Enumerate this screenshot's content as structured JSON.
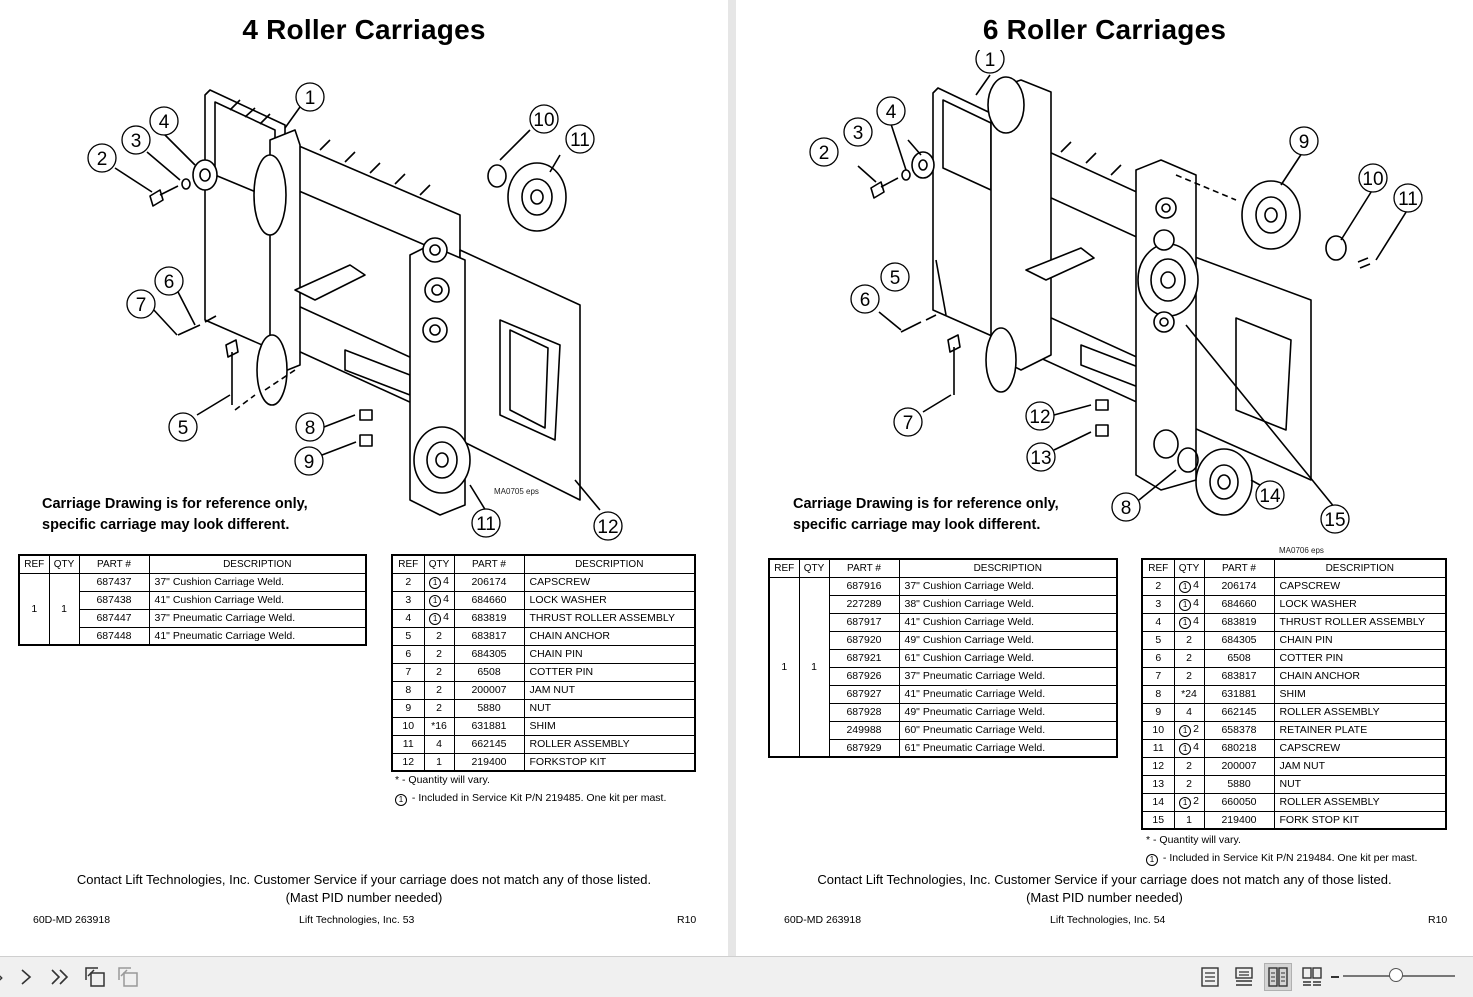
{
  "pages": [
    {
      "title": "4 Roller Carriages",
      "note_line1": "Carriage Drawing is for reference only,",
      "note_line2": "specific carriage may look different.",
      "eps": "MA0705 eps",
      "callouts": [
        "1",
        "2",
        "3",
        "4",
        "5",
        "6",
        "7",
        "8",
        "9",
        "10",
        "11",
        "11",
        "12"
      ],
      "weld_table": {
        "headers": [
          "REF",
          "QTY",
          "PART #",
          "DESCRIPTION"
        ],
        "ref": "1",
        "qty": "1",
        "rows": [
          {
            "part": "687437",
            "desc": "37\" Cushion Carriage Weld."
          },
          {
            "part": "687438",
            "desc": "41\" Cushion Carriage Weld."
          },
          {
            "part": "687447",
            "desc": "37\" Pneumatic Carriage Weld."
          },
          {
            "part": "687448",
            "desc": "41\" Pneumatic Carriage Weld."
          }
        ]
      },
      "parts_table": {
        "headers": [
          "REF",
          "QTY",
          "PART #",
          "DESCRIPTION"
        ],
        "rows": [
          {
            "ref": "2",
            "kit": "1",
            "qty": "4",
            "part": "206174",
            "desc": "CAPSCREW"
          },
          {
            "ref": "3",
            "kit": "1",
            "qty": "4",
            "part": "684660",
            "desc": "LOCK WASHER"
          },
          {
            "ref": "4",
            "kit": "1",
            "qty": "4",
            "part": "683819",
            "desc": "THRUST ROLLER ASSEMBLY"
          },
          {
            "ref": "5",
            "kit": "",
            "qty": "2",
            "part": "683817",
            "desc": "CHAIN ANCHOR"
          },
          {
            "ref": "6",
            "kit": "",
            "qty": "2",
            "part": "684305",
            "desc": "CHAIN PIN"
          },
          {
            "ref": "7",
            "kit": "",
            "qty": "2",
            "part": "6508",
            "desc": "COTTER PIN"
          },
          {
            "ref": "8",
            "kit": "",
            "qty": "2",
            "part": "200007",
            "desc": "JAM NUT"
          },
          {
            "ref": "9",
            "kit": "",
            "qty": "2",
            "part": "5880",
            "desc": "NUT"
          },
          {
            "ref": "10",
            "kit": "",
            "qty": "*16",
            "part": "631881",
            "desc": "SHIM"
          },
          {
            "ref": "11",
            "kit": "",
            "qty": "4",
            "part": "662145",
            "desc": "ROLLER ASSEMBLY"
          },
          {
            "ref": "12",
            "kit": "",
            "qty": "1",
            "part": "219400",
            "desc": "FORKSTOP KIT"
          }
        ]
      },
      "footnote_qty": "* - Quantity will vary.",
      "footnote_kit_mark": "1",
      "footnote_kit": " - Included in Service Kit P/N 219485. One kit per mast.",
      "contact_line1": "Contact Lift Technologies, Inc. Customer Service if your carriage does not match any of those listed.",
      "contact_line2": "(Mast PID number needed)",
      "footer_left": "60D-MD 263918",
      "footer_center": "Lift Technologies, Inc. 53",
      "footer_right": "R10"
    },
    {
      "title": "6 Roller Carriages",
      "note_line1": "Carriage Drawing is for reference only,",
      "note_line2": "specific carriage may look different.",
      "eps": "MA0706 eps",
      "callouts": [
        "1",
        "2",
        "3",
        "4",
        "5",
        "6",
        "7",
        "8",
        "9",
        "10",
        "11",
        "12",
        "13",
        "14",
        "15"
      ],
      "weld_table": {
        "headers": [
          "REF",
          "QTY",
          "PART #",
          "DESCRIPTION"
        ],
        "ref": "1",
        "qty": "1",
        "rows": [
          {
            "part": "687916",
            "desc": "37\" Cushion Carriage Weld."
          },
          {
            "part": "227289",
            "desc": "38\" Cushion Carriage Weld."
          },
          {
            "part": "687917",
            "desc": "41\" Cushion Carriage Weld."
          },
          {
            "part": "687920",
            "desc": "49\" Cushion Carriage Weld."
          },
          {
            "part": "687921",
            "desc": "61\" Cushion Carriage Weld."
          },
          {
            "part": "687926",
            "desc": "37\" Pneumatic Carriage Weld."
          },
          {
            "part": "687927",
            "desc": "41\" Pneumatic Carriage Weld."
          },
          {
            "part": "687928",
            "desc": "49\" Pneumatic Carriage Weld."
          },
          {
            "part": "249988",
            "desc": "60\" Pneumatic Carriage Weld."
          },
          {
            "part": "687929",
            "desc": "61\" Pneumatic Carriage Weld."
          }
        ]
      },
      "parts_table": {
        "headers": [
          "REF",
          "QTY",
          "PART #",
          "DESCRIPTION"
        ],
        "rows": [
          {
            "ref": "2",
            "kit": "1",
            "qty": "4",
            "part": "206174",
            "desc": "CAPSCREW"
          },
          {
            "ref": "3",
            "kit": "1",
            "qty": "4",
            "part": "684660",
            "desc": "LOCK WASHER"
          },
          {
            "ref": "4",
            "kit": "1",
            "qty": "4",
            "part": "683819",
            "desc": "THRUST ROLLER ASSEMBLY"
          },
          {
            "ref": "5",
            "kit": "",
            "qty": "2",
            "part": "684305",
            "desc": "CHAIN PIN"
          },
          {
            "ref": "6",
            "kit": "",
            "qty": "2",
            "part": "6508",
            "desc": "COTTER PIN"
          },
          {
            "ref": "7",
            "kit": "",
            "qty": "2",
            "part": "683817",
            "desc": "CHAIN ANCHOR"
          },
          {
            "ref": "8",
            "kit": "",
            "qty": "*24",
            "part": "631881",
            "desc": "SHIM"
          },
          {
            "ref": "9",
            "kit": "",
            "qty": "4",
            "part": "662145",
            "desc": "ROLLER ASSEMBLY"
          },
          {
            "ref": "10",
            "kit": "1",
            "qty": "2",
            "part": "658378",
            "desc": "RETAINER PLATE"
          },
          {
            "ref": "11",
            "kit": "1",
            "qty": "4",
            "part": "680218",
            "desc": "CAPSCREW"
          },
          {
            "ref": "12",
            "kit": "",
            "qty": "2",
            "part": "200007",
            "desc": "JAM NUT"
          },
          {
            "ref": "13",
            "kit": "",
            "qty": "2",
            "part": "5880",
            "desc": "NUT"
          },
          {
            "ref": "14",
            "kit": "1",
            "qty": "2",
            "part": "660050",
            "desc": "ROLLER ASSEMBLY"
          },
          {
            "ref": "15",
            "kit": "",
            "qty": "1",
            "part": "219400",
            "desc": "FORK STOP KIT"
          }
        ]
      },
      "footnote_qty": "* - Quantity will vary.",
      "footnote_kit_mark": "1",
      "footnote_kit": " - Included in Service Kit P/N 219484. One kit per mast.",
      "contact_line1": "Contact Lift Technologies, Inc. Customer Service if your carriage does not match any of those listed.",
      "contact_line2": "(Mast PID number needed)",
      "footer_left": "60D-MD 263918",
      "footer_center": "Lift Technologies, Inc. 54",
      "footer_right": "R10"
    }
  ],
  "toolbar": {
    "icons": [
      "prev-page-icon",
      "next-page-icon",
      "last-page-icon",
      "rotate-view-icon",
      "rotate-view-alt-icon",
      "single-page-icon",
      "continuous-page-icon",
      "two-page-icon",
      "two-page-continuous-icon"
    ]
  }
}
